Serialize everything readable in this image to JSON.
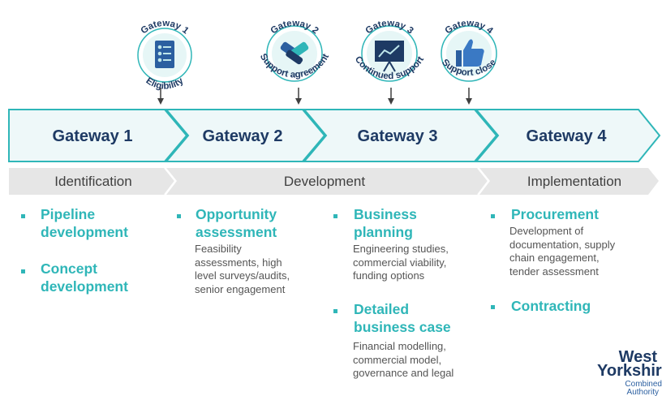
{
  "badges": [
    {
      "title": "Gateway 1",
      "subtitle": "Eligibility",
      "icon": "checklist-icon"
    },
    {
      "title": "Gateway 2",
      "subtitle": "Support agreement",
      "icon": "handshake-icon"
    },
    {
      "title": "Gateway 3",
      "subtitle": "Continued support",
      "icon": "presentation-chart-icon"
    },
    {
      "title": "Gateway 4",
      "subtitle": "Support close",
      "icon": "thumbs-up-icon"
    }
  ],
  "gateways": [
    "Gateway 1",
    "Gateway 2",
    "Gateway 3",
    "Gateway 4"
  ],
  "phases": [
    "Identification",
    "Development",
    "Implementation"
  ],
  "columns": [
    {
      "items": [
        {
          "heading": "Pipeline development",
          "desc": ""
        },
        {
          "heading": "Concept development",
          "desc": ""
        }
      ]
    },
    {
      "items": [
        {
          "heading": "Opportunity assessment",
          "desc": "Feasibility assessments, high level surveys/audits, senior engagement"
        }
      ]
    },
    {
      "items": [
        {
          "heading": "Business planning",
          "desc": "Engineering studies, commercial viability, funding options"
        },
        {
          "heading": "Detailed business case",
          "desc": "Financial modelling, commercial model, governance and legal"
        }
      ]
    },
    {
      "items": [
        {
          "heading": "Procurement",
          "desc": "Development of documentation, supply chain engagement, tender assessment"
        },
        {
          "heading": "Contracting",
          "desc": ""
        }
      ]
    }
  ],
  "logo": {
    "line1": "West",
    "line2": "Yorkshire",
    "line3": "Combined",
    "line4": "Authority"
  },
  "colors": {
    "teal": "#2fb6b8",
    "navy": "#1e3a64",
    "chevron_fill": "#eef8f9",
    "phase_fill": "#e6e6e6"
  }
}
